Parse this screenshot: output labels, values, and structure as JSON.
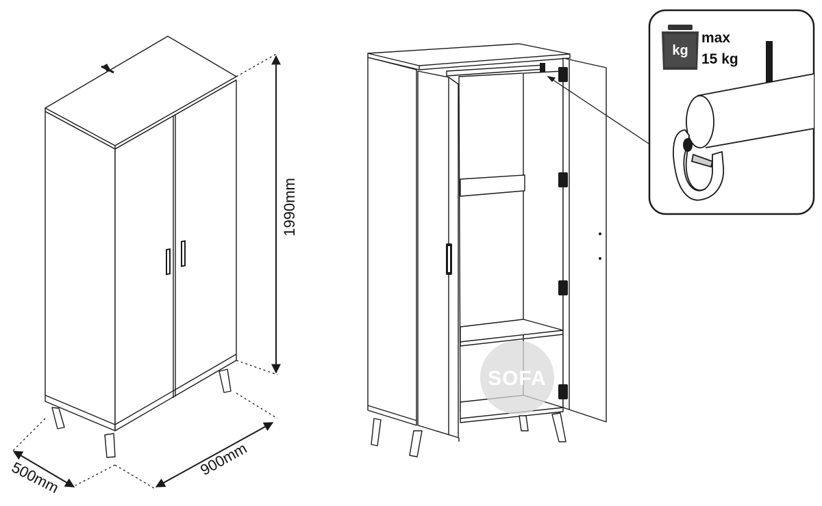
{
  "dimensions": {
    "height": "1990mm",
    "width": "900mm",
    "depth": "500mm"
  },
  "load_callout": {
    "badge": "kg",
    "line1": "max",
    "line2": "15 kg"
  },
  "watermark": {
    "text": "SOFA"
  },
  "colors": {
    "line": "#1a1a1a",
    "leg_fill": "#ffffff",
    "watermark": "#d9d9d9"
  }
}
